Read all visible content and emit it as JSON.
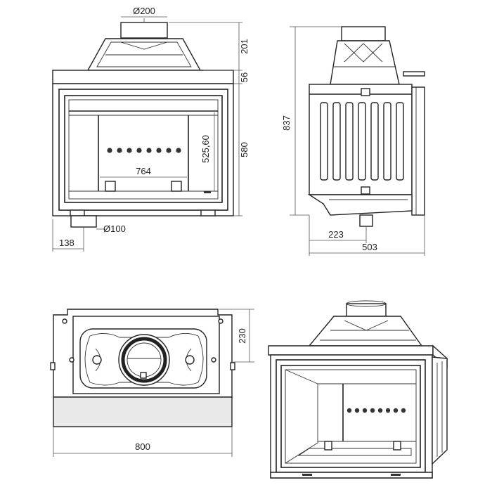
{
  "dimensions": {
    "flue_diameter": "Ø200",
    "hood_height": "201",
    "band_height": "56",
    "front_height": "580",
    "opening_height": "525,60",
    "opening_width": "764",
    "air_inlet_diameter": "Ø100",
    "air_inlet_offset": "138",
    "total_height": "837",
    "inlet_depth": "223",
    "total_depth": "503",
    "top_depth": "230",
    "total_width": "800"
  }
}
